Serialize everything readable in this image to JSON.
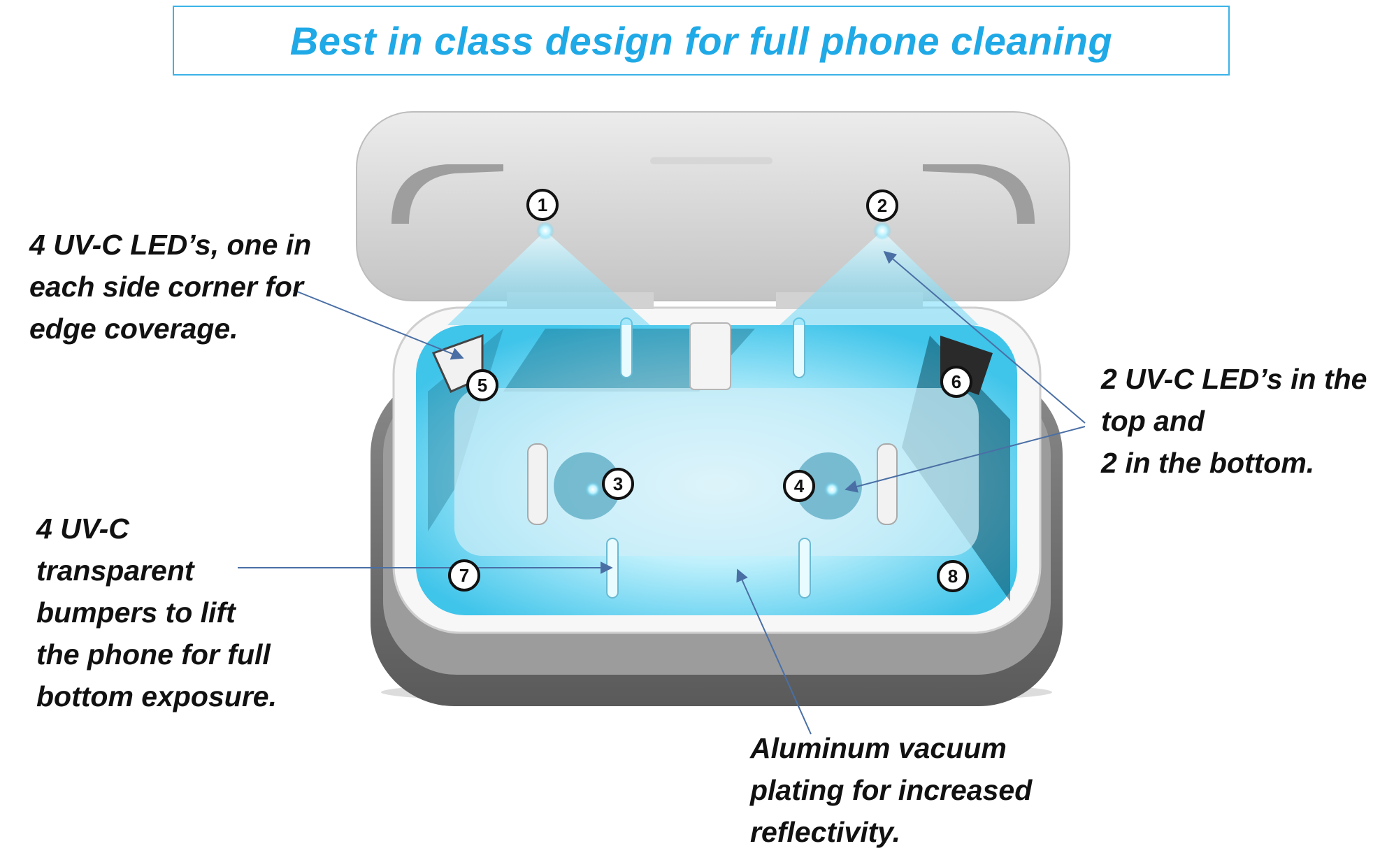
{
  "title": "Best in class design for full phone cleaning",
  "callouts": {
    "side_leds": [
      "4 UV-C LED’s, one in",
      "each side corner for",
      "edge coverage."
    ],
    "top_bottom_leds": [
      "2 UV-C LED’s in the",
      "top and",
      "2 in the bottom."
    ],
    "bumpers": [
      "4 UV-C",
      "transparent",
      "bumpers to lift",
      "the phone for full",
      "bottom exposure."
    ],
    "plating": [
      "Aluminum vacuum",
      "plating for increased",
      "reflectivity."
    ]
  },
  "markers": [
    "1",
    "2",
    "3",
    "4",
    "5",
    "6",
    "7",
    "8"
  ],
  "colors": {
    "title": "#1fa9e6",
    "title_border": "#3bb3e8",
    "uv_light": "#4fd0f5",
    "arrow": "#4a6fa5",
    "case_light": "#d9d9d9",
    "case_dark": "#6e6e6e"
  }
}
